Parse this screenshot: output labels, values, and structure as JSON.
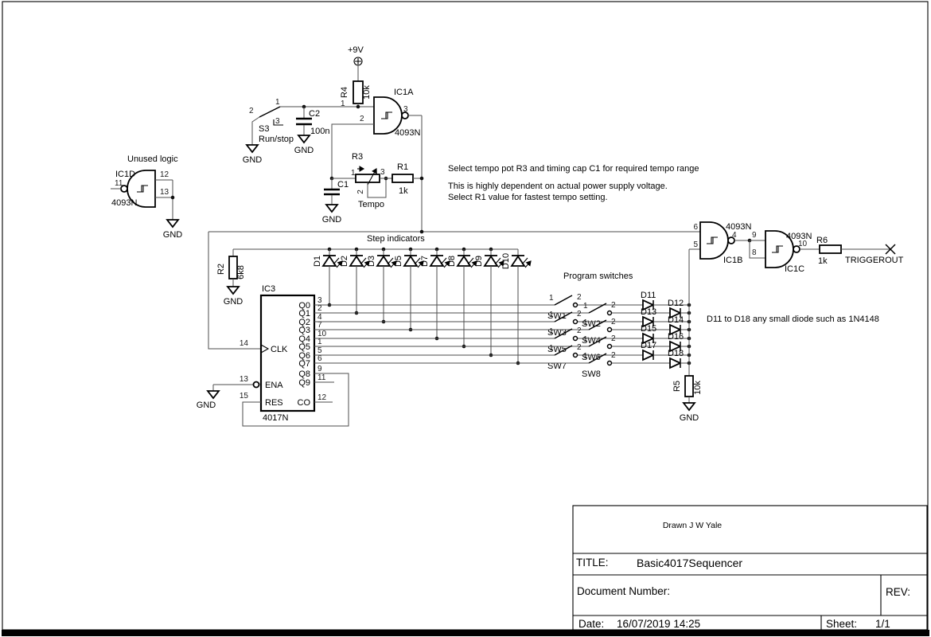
{
  "labels": {
    "gnd": "GND",
    "v9": "+9V",
    "unused_logic": "Unused logic",
    "step_indicators": "Step indicators",
    "program_switches": "Program switches",
    "trigger_out": "TRIGGEROUT",
    "diode_note": "D11 to D18 any small diode such as 1N4148"
  },
  "notes": {
    "line1": "Select tempo pot R3 and timing cap C1 for required tempo range",
    "line2": "This is highly dependent on actual power supply voltage.",
    "line3": "Select R1 value for fastest tempo setting."
  },
  "components": {
    "r1": {
      "ref": "R1",
      "value": "1k"
    },
    "r2": {
      "ref": "R2",
      "value": "6k8"
    },
    "r3": {
      "ref": "R3",
      "value": "Tempo",
      "pin1": "1",
      "pin2": "2",
      "pin3": "3"
    },
    "r4": {
      "ref": "R4",
      "value": "10k"
    },
    "r5": {
      "ref": "R5",
      "value": "10k"
    },
    "r6": {
      "ref": "R6",
      "value": "1k"
    },
    "c1": {
      "ref": "C1"
    },
    "c2": {
      "ref": "C2",
      "value": "100n"
    },
    "s3": {
      "ref": "S3",
      "label": "Run/stop",
      "pin1": "1",
      "pin2": "2",
      "pin3": "3"
    },
    "ic1a": {
      "ref": "IC1A",
      "part": "4093N",
      "pin_in1": "1",
      "pin_in2": "2",
      "pin_out": "3"
    },
    "ic1b": {
      "ref": "IC1B",
      "part": "4093N",
      "pin_in1": "6",
      "pin_in2": "5",
      "pin_out": "4"
    },
    "ic1c": {
      "ref": "IC1C",
      "part": "4093N",
      "pin_in1": "9",
      "pin_in2": "8",
      "pin_out": "10"
    },
    "ic1d": {
      "ref": "IC1D",
      "part": "4093N",
      "pin_out": "11",
      "pin_in1": "12",
      "pin_in2": "13"
    }
  },
  "ic3": {
    "ref": "IC3",
    "part": "4017N",
    "clk": {
      "num": "14",
      "name": "CLK"
    },
    "ena": {
      "num": "13",
      "name": "ENA"
    },
    "res": {
      "num": "15",
      "name": "RES"
    },
    "outputs": [
      {
        "name": "Q0",
        "num": "3"
      },
      {
        "name": "Q1",
        "num": "2"
      },
      {
        "name": "Q2",
        "num": "4"
      },
      {
        "name": "Q3",
        "num": "7"
      },
      {
        "name": "Q4",
        "num": "10"
      },
      {
        "name": "Q5",
        "num": "1"
      },
      {
        "name": "Q6",
        "num": "5"
      },
      {
        "name": "Q7",
        "num": "6"
      },
      {
        "name": "Q8",
        "num": "9"
      },
      {
        "name": "Q9",
        "num": "11"
      }
    ],
    "co": {
      "name": "CO",
      "num": "12"
    }
  },
  "leds": [
    "D1",
    "D2",
    "D3",
    "D5",
    "D7",
    "D8",
    "D9",
    "D10"
  ],
  "switches": [
    "SW1",
    "SW2",
    "SW3",
    "SW4",
    "SW5",
    "SW6",
    "SW7",
    "SW8"
  ],
  "sw_pin1": "1",
  "sw_pin2": "2",
  "diodes": [
    "D11",
    "D12",
    "D13",
    "D14",
    "D15",
    "D16",
    "D17",
    "D18"
  ],
  "title_block": {
    "drawn": "Drawn J W Yale",
    "title_label": "TITLE:",
    "title": "Basic4017Sequencer",
    "doc_label": "Document Number:",
    "rev_label": "REV:",
    "date_label": "Date:",
    "date": "16/07/2019 14:25",
    "sheet_label": "Sheet:",
    "sheet": "1/1"
  }
}
